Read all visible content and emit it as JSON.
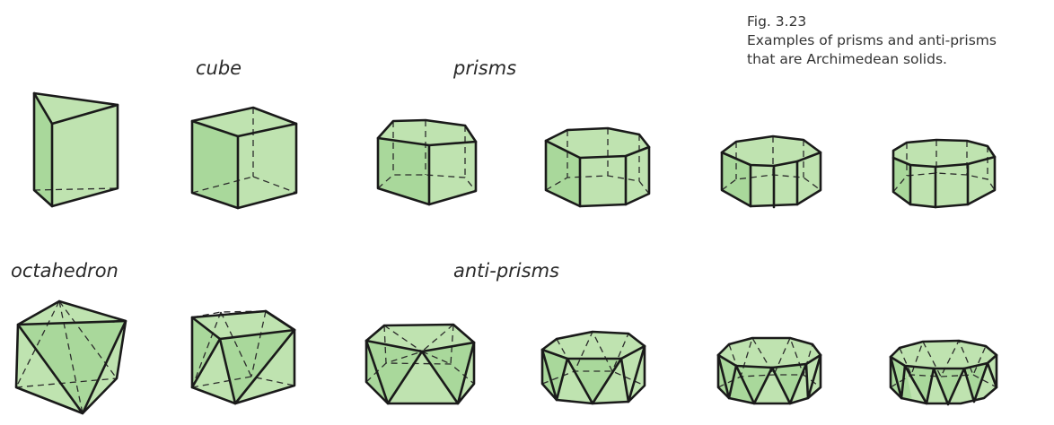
{
  "labels": {
    "cube": "cube",
    "prisms": "prisms",
    "octahedron": "octahedron",
    "anti_prisms": "anti-prisms"
  },
  "caption": {
    "fig": "Fig. 3.23",
    "line1": "Examples of prisms and anti-prisms",
    "line2": "that are Archimedean solids."
  },
  "colors": {
    "fill": "#bfe3b0",
    "edge": "#1a1a1a"
  }
}
